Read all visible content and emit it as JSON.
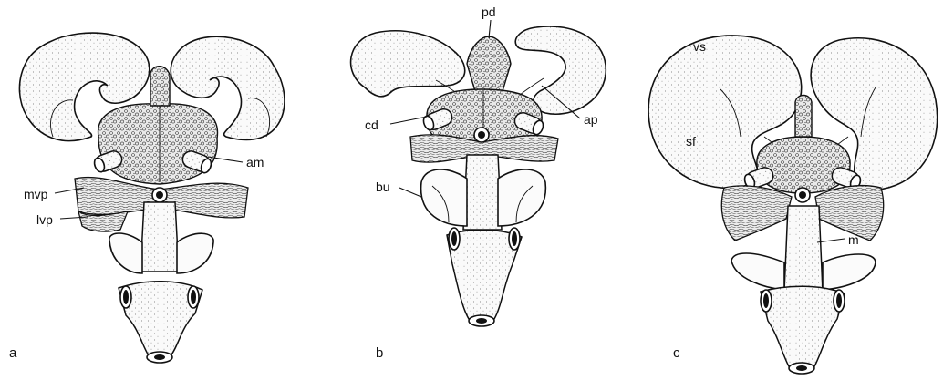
{
  "panels": [
    {
      "label": "a",
      "callouts": [
        {
          "text": "am"
        },
        {
          "text": "mvp"
        },
        {
          "text": "lvp"
        }
      ]
    },
    {
      "label": "b",
      "callouts": [
        {
          "text": "pd"
        },
        {
          "text": "cd"
        },
        {
          "text": "ap"
        },
        {
          "text": "bu"
        }
      ]
    },
    {
      "label": "c",
      "callouts": [
        {
          "text": "vs"
        },
        {
          "text": "sf"
        },
        {
          "text": "m"
        }
      ]
    }
  ],
  "colors": {
    "ink": "#111111",
    "paper": "#ffffff"
  }
}
